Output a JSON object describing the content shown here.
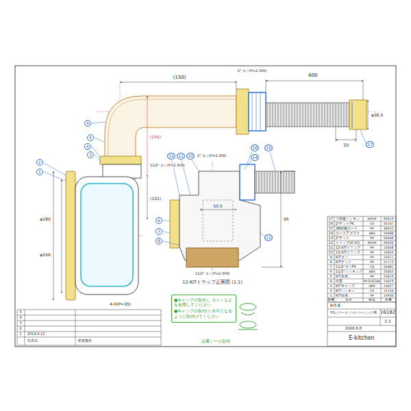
{
  "diagram": {
    "nodes": [
      {
        "text": [
          "●キャップの取外し コインなどを使用してください",
          "●キャップの取付け 水平になるように取付けてください"
        ]
      }
    ],
    "labels": [
      "(150)",
      "2\" ネジ(P=2.309)",
      "600",
      "φ36.5",
      "33",
      "(255)",
      "11/2\" ネジ(P=2.309)",
      "(101)",
      "φ180",
      "φ156",
      "4-R(P=35)",
      "9",
      "5",
      "4",
      "3",
      "2",
      "1",
      "17",
      "12",
      "11",
      "10",
      "16",
      "14",
      "15",
      "6",
      "7",
      "8",
      "11",
      "2\" ネジ(P=2.309)",
      "50.5",
      "95",
      "11/2\" ネジ(P=2.309)",
      "12-KITトラップ正面図 (1:1)",
      "17",
      "下部蓋パッキン",
      "EPDM",
      "95619",
      "16",
      "2\"ナットPK",
      "CR",
      "55167",
      "15",
      "2B蛇腹ホース",
      "PP",
      "30432",
      "14",
      "ホースアダプタ",
      "ABS",
      "55688",
      "13",
      "2\"ナット",
      "PP",
      "55648",
      "12",
      "トラップ(8-10)",
      "EPDM",
      "95620",
      "11",
      "12-KITトラップ",
      "PP",
      "15058",
      "10",
      "12-KITトラップ",
      "PP",
      "15059",
      "9",
      "KITネジ",
      "PP",
      "15671",
      "8",
      "KITナット",
      "PP",
      "21173",
      "7",
      "11/2\"ネジPK",
      "CR",
      "55081",
      "6",
      "11/2\"パッキング",
      "ABS",
      "25052",
      "5",
      "KIT本体",
      "PP",
      "15619",
      "4",
      "目皿",
      "PP-SUS304",
      "15619",
      "3",
      "KITキャップ",
      "ABS",
      "15027",
      "2",
      "KITパッキン",
      "CR",
      "15154",
      "1",
      "KIT本体",
      "PP",
      "15930",
      "図番",
      "品名",
      "材質",
      "品番",
      "KIT-8",
      "YSシリーズ ハイバーシンク用",
      "16182",
      "1:1",
      "2008.6.6",
      "E-kitchen",
      "5",
      "4",
      "3",
      "2",
      "1",
      "2014.8.12",
      "年月日",
      "変更箇所",
      "品番シール貼付"
    ]
  }
}
